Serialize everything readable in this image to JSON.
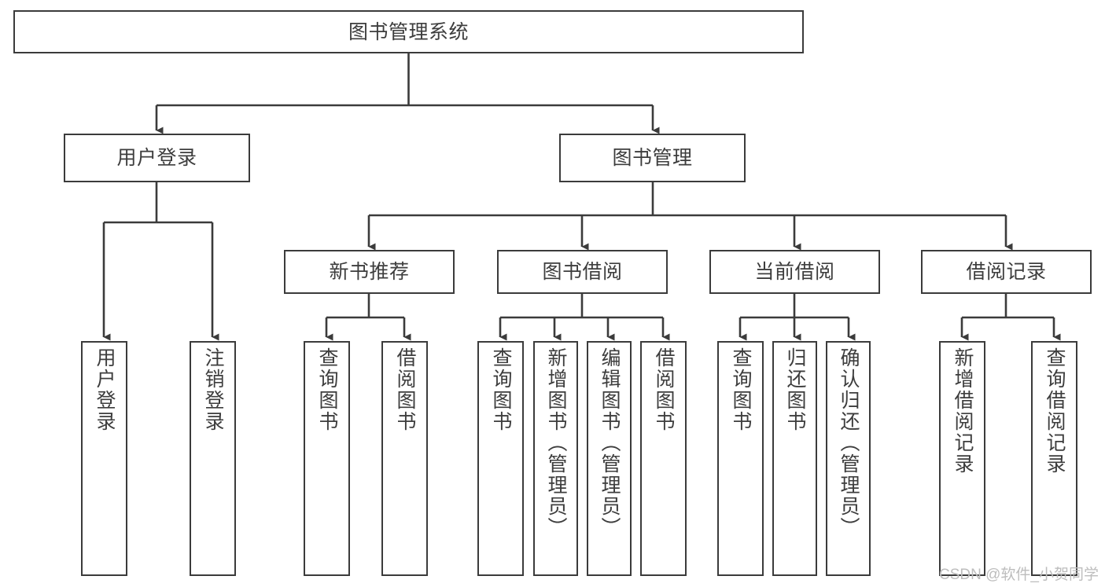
{
  "diagram": {
    "title": "图书管理系统",
    "type": "tree",
    "orientation": "top-down",
    "background_color": "#ffffff",
    "node_border_color": "#3b3b3b",
    "node_fill_color": "#ffffff",
    "edge_color": "#3b3b3b",
    "text_color": "#3d3d3d",
    "levels": 4
  },
  "nodes": {
    "root": {
      "label": "图书管理系统"
    },
    "level2": [
      {
        "label": "用户登录"
      },
      {
        "label": "图书管理"
      }
    ],
    "level3": [
      {
        "label": "新书推荐"
      },
      {
        "label": "图书借阅"
      },
      {
        "label": "当前借阅"
      },
      {
        "label": "借阅记录"
      }
    ],
    "leaves": {
      "user_login": [
        {
          "label": "用户登录"
        },
        {
          "label": "注销登录"
        }
      ],
      "new_book_recommend": [
        {
          "label": "查询图书"
        },
        {
          "label": "借阅图书"
        }
      ],
      "book_borrow": [
        {
          "label": "查询图书"
        },
        {
          "label": "新增图书（管理员）"
        },
        {
          "label": "编辑图书（管理员）"
        },
        {
          "label": "借阅图书"
        }
      ],
      "current_borrow": [
        {
          "label": "查询图书"
        },
        {
          "label": "归还图书"
        },
        {
          "label": "确认归还（管理员）"
        }
      ],
      "borrow_record": [
        {
          "label": "新增借阅记录"
        },
        {
          "label": "查询借阅记录"
        }
      ]
    }
  },
  "watermark": {
    "text": "CSDN @软件_小贺同学"
  }
}
